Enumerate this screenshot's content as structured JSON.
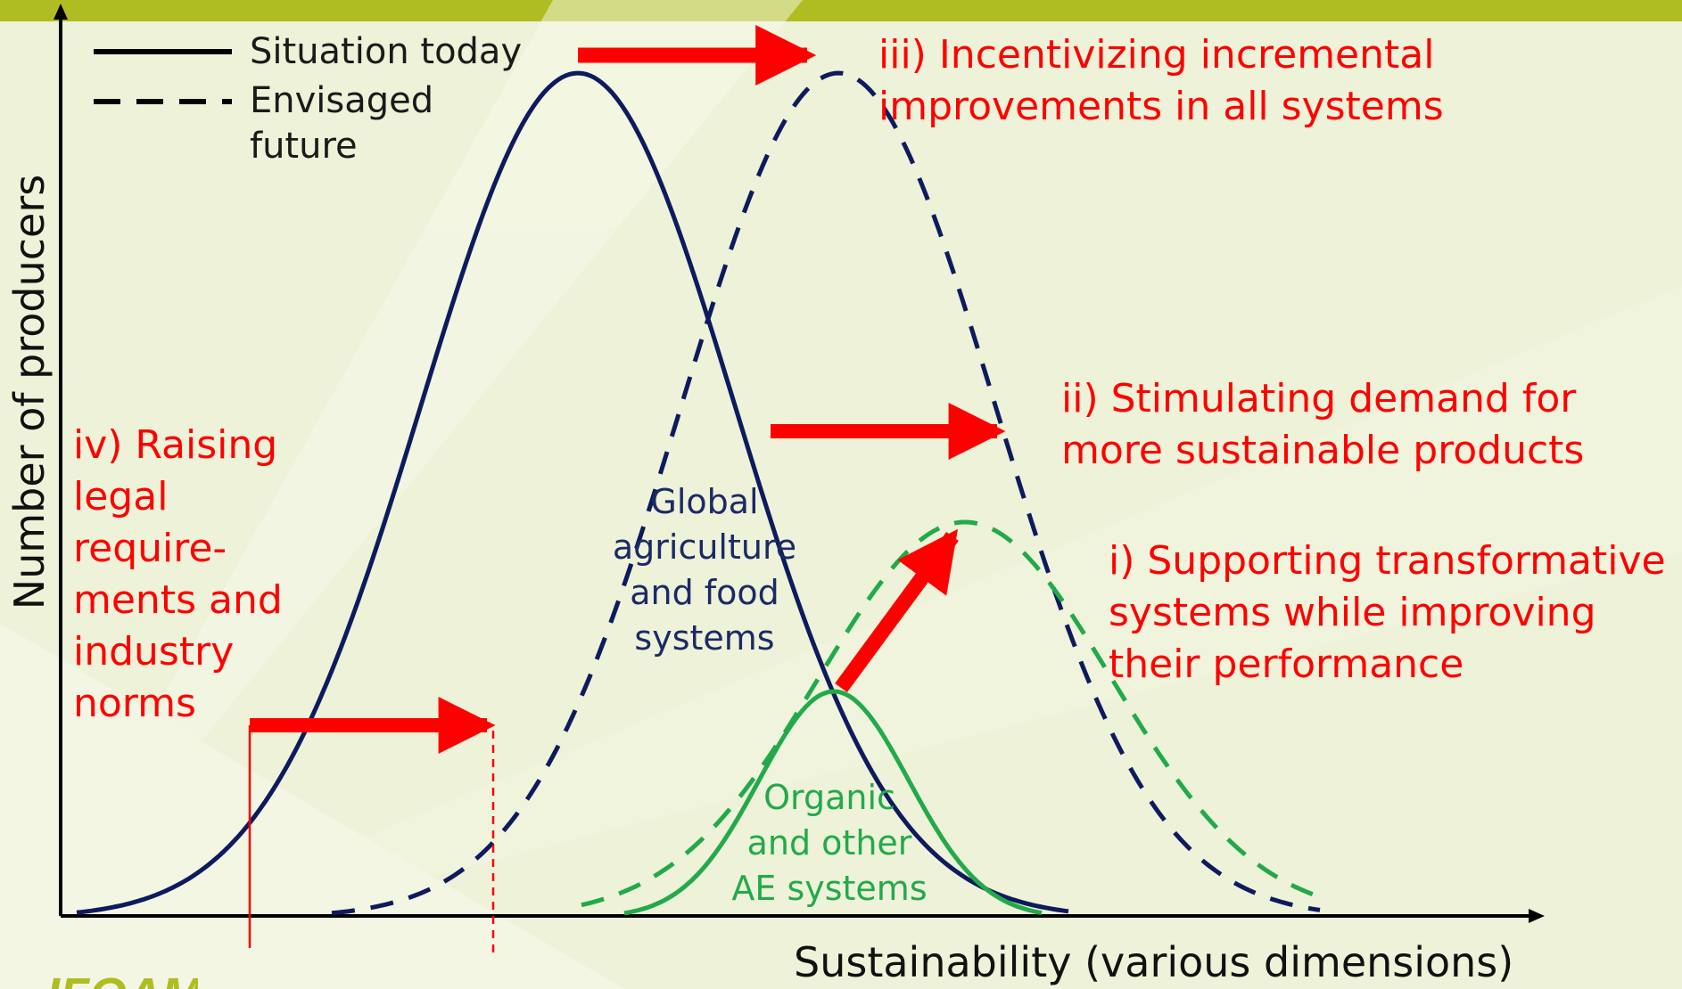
{
  "legend": {
    "solid_label": "Situation today",
    "dashed_label": "Envisaged\nfuture"
  },
  "axes": {
    "xlabel": "Sustainability (various dimensions)",
    "ylabel": "Number of producers"
  },
  "curves": {
    "global_label": "Global\nagriculture\nand food\nsystems",
    "organic_label": "Organic\nand other\nAE systems"
  },
  "actions": {
    "i": "i) Supporting transformative\n   systems while improving\n   their performance",
    "ii": "ii) Stimulating demand for\n     more sustainable products",
    "iii": "iii) Incentivizing incremental\n     improvements in all systems",
    "iv": "iv) Raising\nlegal\nrequire-\nments and\nindustry\nnorms"
  },
  "logo_text": "IFOAM",
  "colors": {
    "top_bar": "#b0bd22",
    "background": "#eef2d8",
    "global_curve": "#0d1b5e",
    "organic_curve": "#22aa4a",
    "arrow": "#ff0000",
    "annotation_text": "#ff0000"
  }
}
